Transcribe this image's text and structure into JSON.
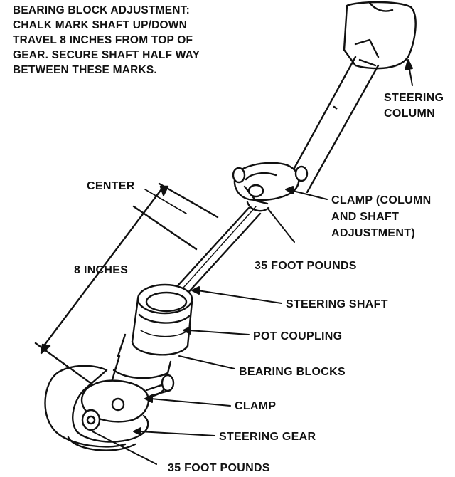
{
  "note": {
    "lines": [
      "BEARING BLOCK ADJUSTMENT:",
      "CHALK MARK SHAFT UP/DOWN",
      "TRAVEL 8 INCHES FROM TOP OF",
      "GEAR. SECURE SHAFT HALF WAY",
      "BETWEEN THESE MARKS."
    ]
  },
  "labels": {
    "steering_column": [
      "STEERING",
      "COLUMN"
    ],
    "center": "CENTER",
    "clamp_column": [
      "CLAMP (COLUMN",
      "AND SHAFT",
      "ADJUSTMENT)"
    ],
    "torque_top": "35 FOOT POUNDS",
    "eight_inches": "8 INCHES",
    "steering_shaft": "STEERING SHAFT",
    "pot_coupling": "POT COUPLING",
    "bearing_blocks": "BEARING BLOCKS",
    "clamp_lower": "CLAMP",
    "steering_gear": "STEERING GEAR",
    "torque_bottom": "35 FOOT POUNDS"
  },
  "colors": {
    "ink": "#111111",
    "paper": "#ffffff"
  }
}
